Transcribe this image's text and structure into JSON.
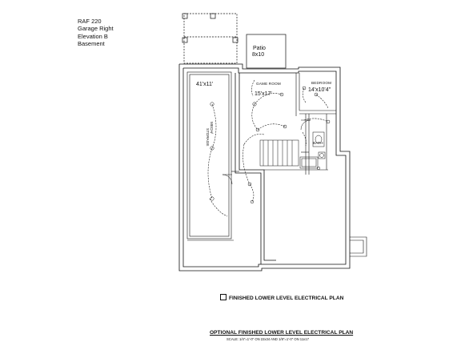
{
  "plan_info": {
    "model": "RAF 220",
    "orientation": "Garage Right",
    "elevation": "Elevation B",
    "level": "Basement"
  },
  "rooms": {
    "patio": {
      "name": "Patio",
      "size": "8x10"
    },
    "storage": {
      "size": "41'x11'",
      "name_line1": "MECH/",
      "name_line2": "STORAGE"
    },
    "game_room": {
      "name": "GAME ROOM",
      "size": "15'x17'"
    },
    "bedroom": {
      "name": "BEDROOM",
      "size": "14'x10'4\""
    },
    "bath": {
      "name": "BATH"
    }
  },
  "subtitle": "FINISHED LOWER LEVEL ELECTRICAL PLAN",
  "title": "OPTIONAL FINISHED LOWER LEVEL ELECTRICAL PLAN",
  "scale_note": "SCALE: 1/4\"=1'-0\" ON 22x34 AND 1/8\"=1'-0\" ON 11x17",
  "colors": {
    "line": "#111111",
    "background": "#ffffff"
  }
}
